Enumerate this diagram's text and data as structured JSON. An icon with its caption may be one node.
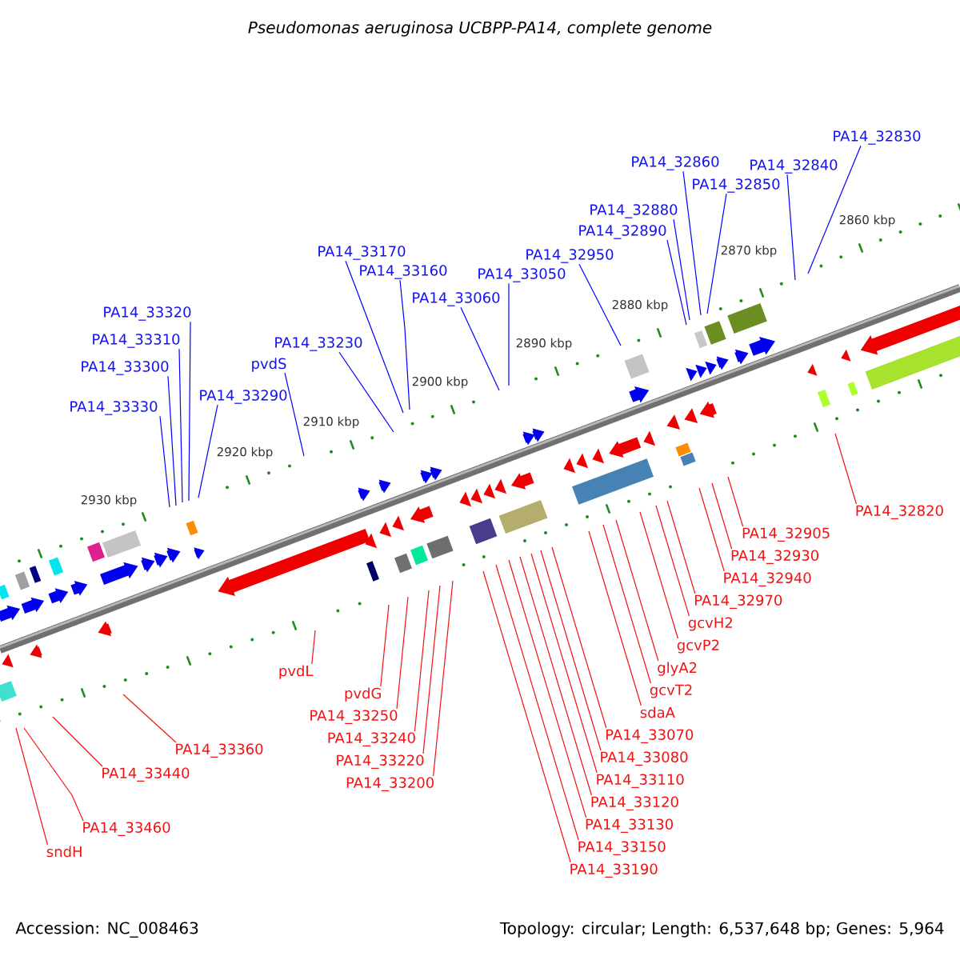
{
  "diagram": {
    "title": "Pseudomonas aeruginosa UCBPP-PA14, complete genome",
    "nodes": [
      {
        "text": [
          "PA14_33320"
        ]
      },
      {
        "text": [
          "PA14_33310"
        ]
      },
      {
        "text": [
          "PA14_33300"
        ]
      },
      {
        "text": [
          "PA14_33330"
        ]
      },
      {
        "text": [
          "PA14_33290"
        ]
      },
      {
        "text": [
          "pvdS"
        ]
      },
      {
        "text": [
          "PA14_33230"
        ]
      },
      {
        "text": [
          "PA14_33170"
        ]
      },
      {
        "text": [
          "PA14_33160"
        ]
      },
      {
        "text": [
          "PA14_33060"
        ]
      },
      {
        "text": [
          "PA14_33050"
        ]
      },
      {
        "text": [
          "PA14_32950"
        ]
      },
      {
        "text": [
          "PA14_32890"
        ]
      },
      {
        "text": [
          "PA14_32880"
        ]
      },
      {
        "text": [
          "PA14_32860"
        ]
      },
      {
        "text": [
          "PA14_32850"
        ]
      },
      {
        "text": [
          "PA14_32840"
        ]
      },
      {
        "text": [
          "PA14_32830"
        ]
      },
      {
        "text": [
          "PA14_33460"
        ]
      },
      {
        "text": [
          "sndH"
        ]
      },
      {
        "text": [
          "PA14_33440"
        ]
      },
      {
        "text": [
          "PA14_33360"
        ]
      },
      {
        "text": [
          "pvdL"
        ]
      },
      {
        "text": [
          "pvdG"
        ]
      },
      {
        "text": [
          "PA14_33250"
        ]
      },
      {
        "text": [
          "PA14_33240"
        ]
      },
      {
        "text": [
          "PA14_33220"
        ]
      },
      {
        "text": [
          "PA14_33200"
        ]
      },
      {
        "text": [
          "PA14_33190"
        ]
      },
      {
        "text": [
          "PA14_33150"
        ]
      },
      {
        "text": [
          "PA14_33130"
        ]
      },
      {
        "text": [
          "PA14_33120"
        ]
      },
      {
        "text": [
          "PA14_33110"
        ]
      },
      {
        "text": [
          "PA14_33080"
        ]
      },
      {
        "text": [
          "PA14_33070"
        ]
      },
      {
        "text": [
          "sdaA"
        ]
      },
      {
        "text": [
          "gcvT2"
        ]
      },
      {
        "text": [
          "glyA2"
        ]
      },
      {
        "text": [
          "gcvP2"
        ]
      },
      {
        "text": [
          "gcvH2"
        ]
      },
      {
        "text": [
          "PA14_32970"
        ]
      },
      {
        "text": [
          "PA14_32940"
        ]
      },
      {
        "text": [
          "PA14_32930"
        ]
      },
      {
        "text": [
          "PA14_32905"
        ]
      },
      {
        "text": [
          "PA14_32820"
        ]
      }
    ],
    "edges": [
      {
        "from": 0,
        "to": null,
        "arrow": "none",
        "color": "#0000ff"
      },
      {
        "from": 1,
        "to": null,
        "arrow": "none",
        "color": "#0000ff"
      },
      {
        "from": 2,
        "to": null,
        "arrow": "none",
        "color": "#0000ff"
      },
      {
        "from": 3,
        "to": null,
        "arrow": "none",
        "color": "#0000ff"
      },
      {
        "from": 4,
        "to": null,
        "arrow": "none",
        "color": "#0000ff"
      },
      {
        "from": 5,
        "to": null,
        "arrow": "none",
        "color": "#0000ff"
      },
      {
        "from": 6,
        "to": null,
        "arrow": "none",
        "color": "#0000ff"
      },
      {
        "from": 7,
        "to": null,
        "arrow": "none",
        "color": "#0000ff"
      },
      {
        "from": 8,
        "to": null,
        "arrow": "none",
        "color": "#0000ff"
      },
      {
        "from": 9,
        "to": null,
        "arrow": "none",
        "color": "#0000ff"
      },
      {
        "from": 10,
        "to": null,
        "arrow": "none",
        "color": "#0000ff"
      },
      {
        "from": 11,
        "to": null,
        "arrow": "none",
        "color": "#0000ff"
      },
      {
        "from": 12,
        "to": null,
        "arrow": "none",
        "color": "#0000ff"
      },
      {
        "from": 13,
        "to": null,
        "arrow": "none",
        "color": "#0000ff"
      },
      {
        "from": 14,
        "to": null,
        "arrow": "none",
        "color": "#0000ff"
      },
      {
        "from": 15,
        "to": null,
        "arrow": "none",
        "color": "#0000ff"
      },
      {
        "from": 16,
        "to": null,
        "arrow": "none",
        "color": "#0000ff"
      },
      {
        "from": 17,
        "to": null,
        "arrow": "none",
        "color": "#0000ff"
      },
      {
        "from": 18,
        "to": null,
        "arrow": "none"
      },
      {
        "from": 19,
        "to": null,
        "arrow": "none"
      },
      {
        "from": 20,
        "to": null,
        "arrow": "none"
      },
      {
        "from": 21,
        "to": null,
        "arrow": "none"
      },
      {
        "from": 22,
        "to": null,
        "arrow": "none"
      },
      {
        "from": 23,
        "to": null,
        "arrow": "none"
      },
      {
        "from": 24,
        "to": null,
        "arrow": "none"
      },
      {
        "from": 25,
        "to": null,
        "arrow": "none"
      },
      {
        "from": 26,
        "to": null,
        "arrow": "none"
      },
      {
        "from": 27,
        "to": null,
        "arrow": "none"
      },
      {
        "from": 28,
        "to": null,
        "arrow": "none"
      },
      {
        "from": 29,
        "to": null,
        "arrow": "none"
      },
      {
        "from": 30,
        "to": null,
        "arrow": "none"
      },
      {
        "from": 31,
        "to": null,
        "arrow": "none"
      },
      {
        "from": 32,
        "to": null,
        "arrow": "none"
      },
      {
        "from": 33,
        "to": null,
        "arrow": "none"
      },
      {
        "from": 34,
        "to": null,
        "arrow": "none"
      },
      {
        "from": 35,
        "to": null,
        "arrow": "none"
      },
      {
        "from": 36,
        "to": null,
        "arrow": "none"
      },
      {
        "from": 37,
        "to": null,
        "arrow": "none"
      },
      {
        "from": 38,
        "to": null,
        "arrow": "none"
      },
      {
        "from": 39,
        "to": null,
        "arrow": "none"
      },
      {
        "from": 40,
        "to": null,
        "arrow": "none"
      },
      {
        "from": 41,
        "to": null,
        "arrow": "none"
      },
      {
        "from": 42,
        "to": null,
        "arrow": "none"
      },
      {
        "from": 43,
        "to": null,
        "arrow": "none"
      },
      {
        "from": 44,
        "to": null,
        "arrow": "none"
      }
    ],
    "labels": [
      "2930 kbp",
      "2920 kbp",
      "2910 kbp",
      "2900 kbp",
      "2890 kbp",
      "2880 kbp",
      "2870 kbp",
      "2860 kbp",
      "Accession: NC_008463",
      "Topology: circular; Length: 6,537,648 bp; Genes: 5,964"
    ]
  }
}
